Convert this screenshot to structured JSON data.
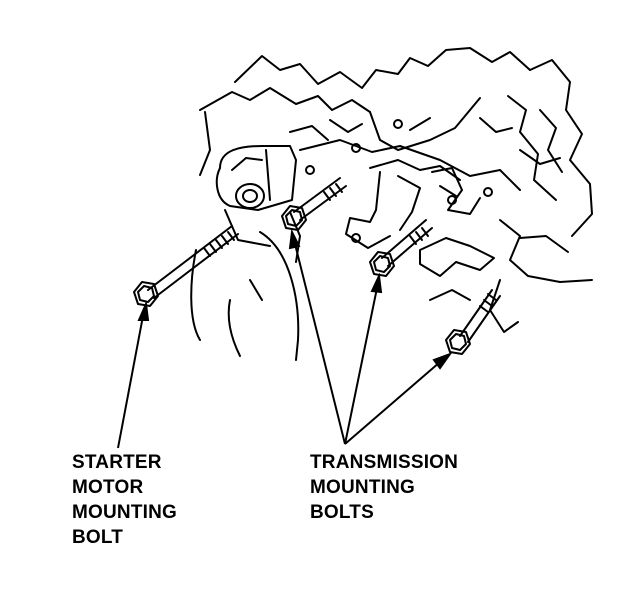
{
  "diagram": {
    "labels": {
      "starter": [
        "STARTER",
        "MOTOR",
        "MOUNTING",
        "BOLT"
      ],
      "transmission": [
        "TRANSMISSION",
        "MOUNTING",
        "BOLTS"
      ]
    },
    "colors": {
      "ink": "#000000",
      "paper": "#ffffff"
    },
    "parts": [
      "engine-block",
      "starter-motor",
      "transmission-case",
      "starter-mounting-bolt",
      "transmission-mounting-bolt"
    ]
  }
}
